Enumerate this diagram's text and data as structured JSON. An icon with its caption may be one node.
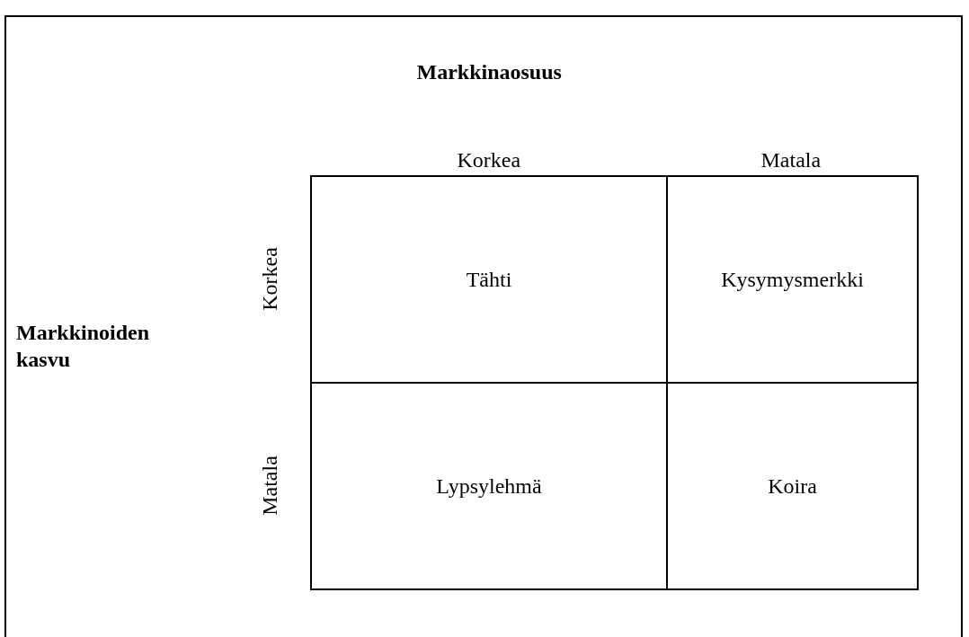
{
  "diagram": {
    "nodes": [
      {
        "text": [
          "Tähti"
        ]
      },
      {
        "text": [
          "Kysymysmerkki"
        ]
      },
      {
        "text": [
          "Lypsylehmä"
        ]
      },
      {
        "text": [
          "Koira"
        ]
      }
    ],
    "labels": [
      "Markkinaosuus",
      "Korkea",
      "Matala",
      "Korkea",
      "Markkinoiden kasvu",
      "Matala"
    ]
  }
}
